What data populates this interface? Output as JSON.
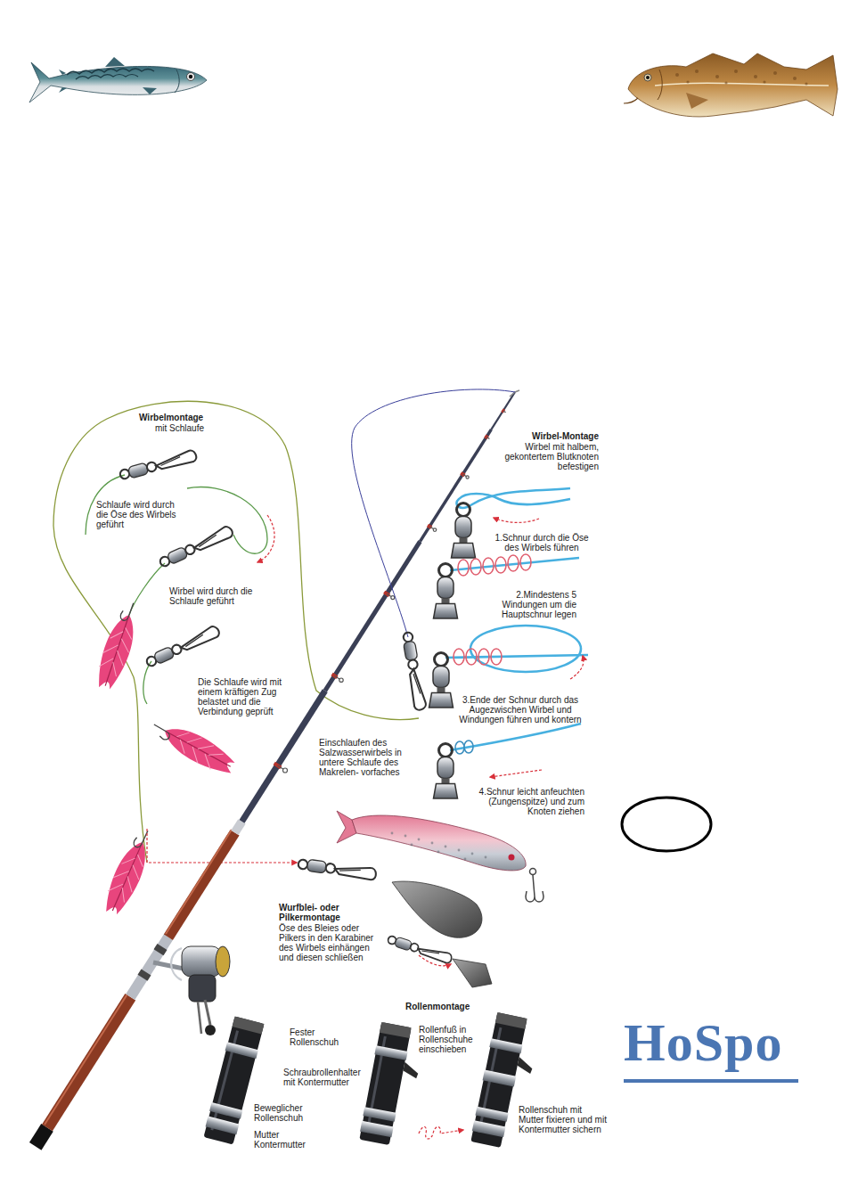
{
  "diagram": {
    "labels": [
      "Wirbelmontage",
      "mit Schlaufe",
      "Wirbel-Montage",
      "Wirbel mit halbem, gekontertem Blutknoten befestigen",
      "Schlaufe wird durch die Öse des Wirbels geführt",
      "1.Schnur durch die Öse des Wirbels führen",
      "2.Mindestens 5 Windungen um die Hauptschnur legen",
      "Wirbel wird durch die Schlaufe geführt",
      "Die Schlaufe wird mit einem kräftigen Zug belastet und die Verbindung geprüft",
      "3.Ende der Schnur durch das Augezwischen Wirbel und Windungen führen und kontern",
      "Einschlaufen des Salzwasserwirbels in untere Schlaufe des Makrelen- vorfaches",
      "4.Schnur leicht anfeuchten (Zungenspitze) und zum Knoten ziehen",
      "Wurfblei- oder Pilkermontage",
      "Öse des Bleies oder Pilkers in den Karabiner des Wirbels einhängen und diesen schließen",
      "Rollenmontage",
      "Fester Rollenschuh",
      "Rollenfuß in Rollenschuhe einschieben",
      "HoSpo",
      "Schraubrollenhalter mit Kontermutter",
      "Beweglicher Rollenschuh",
      "Rollenschuh mit Mutter fixieren und mit Kontermutter sichern",
      "Mutter Kontermutter"
    ]
  }
}
